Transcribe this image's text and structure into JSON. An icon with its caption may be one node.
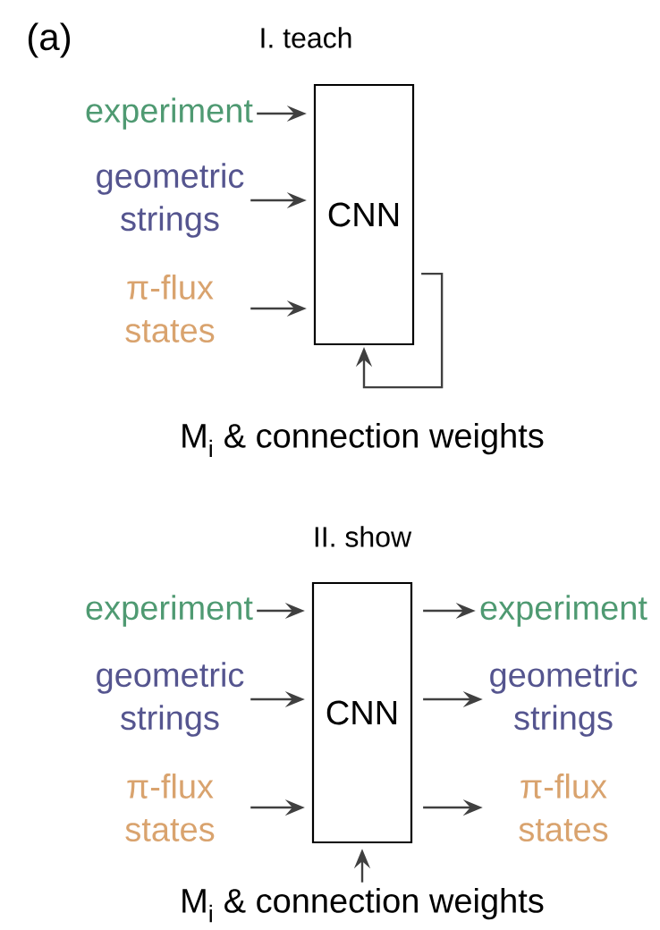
{
  "diagram": {
    "nodes": [
      {
        "text": [
          "I. teach",
          "CNN"
        ]
      },
      {
        "text": [
          "experiment"
        ]
      },
      {
        "text": [
          "geometric strings"
        ]
      },
      {
        "text": [
          "π-flux states"
        ]
      },
      {
        "text": [
          "II. show",
          "CNN"
        ]
      },
      {
        "text": [
          "experiment"
        ]
      },
      {
        "text": [
          "geometric strings"
        ]
      },
      {
        "text": [
          "π-flux states"
        ]
      },
      {
        "text": [
          "experiment"
        ]
      },
      {
        "text": [
          "geometric strings"
        ]
      },
      {
        "text": [
          "π-flux states"
        ]
      },
      {
        "text": [
          "M$_{i}$ & connection weights"
        ]
      }
    ],
    "edges": [
      {
        "from": 1,
        "to": 0,
        "arrow": "to"
      },
      {
        "from": 2,
        "to": 0,
        "arrow": "to"
      },
      {
        "from": 3,
        "to": 0,
        "arrow": "to"
      },
      {
        "from": 0,
        "to": 0,
        "arrow": "to"
      },
      {
        "from": 5,
        "to": 4,
        "arrow": "to"
      },
      {
        "from": 6,
        "to": 4,
        "arrow": "to"
      },
      {
        "from": 7,
        "to": 4,
        "arrow": "to"
      },
      {
        "from": 4,
        "to": 8,
        "arrow": "to"
      },
      {
        "from": 4,
        "to": 9,
        "arrow": "to"
      },
      {
        "from": 4,
        "to": 10,
        "arrow": "to"
      },
      {
        "from": 11,
        "to": 4,
        "arrow": "to"
      }
    ],
    "labels": [
      "(a)",
      "M$_{i}$ & connection weights"
    ]
  }
}
